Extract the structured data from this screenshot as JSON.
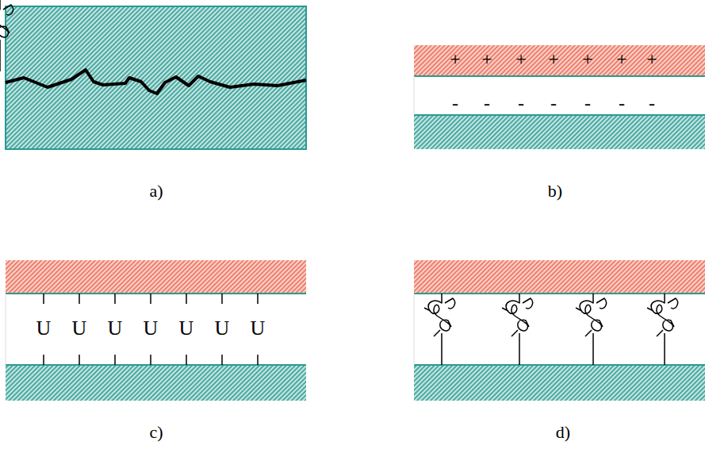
{
  "diagram": {
    "labels": [
      "+",
      "+",
      "+",
      "+",
      "+",
      "+",
      "+",
      "-",
      "-",
      "-",
      "-",
      "-",
      "-",
      "-",
      "a)",
      "b)",
      "U",
      "U",
      "U",
      "U",
      "U",
      "U",
      "U",
      "c)",
      "d)"
    ]
  }
}
